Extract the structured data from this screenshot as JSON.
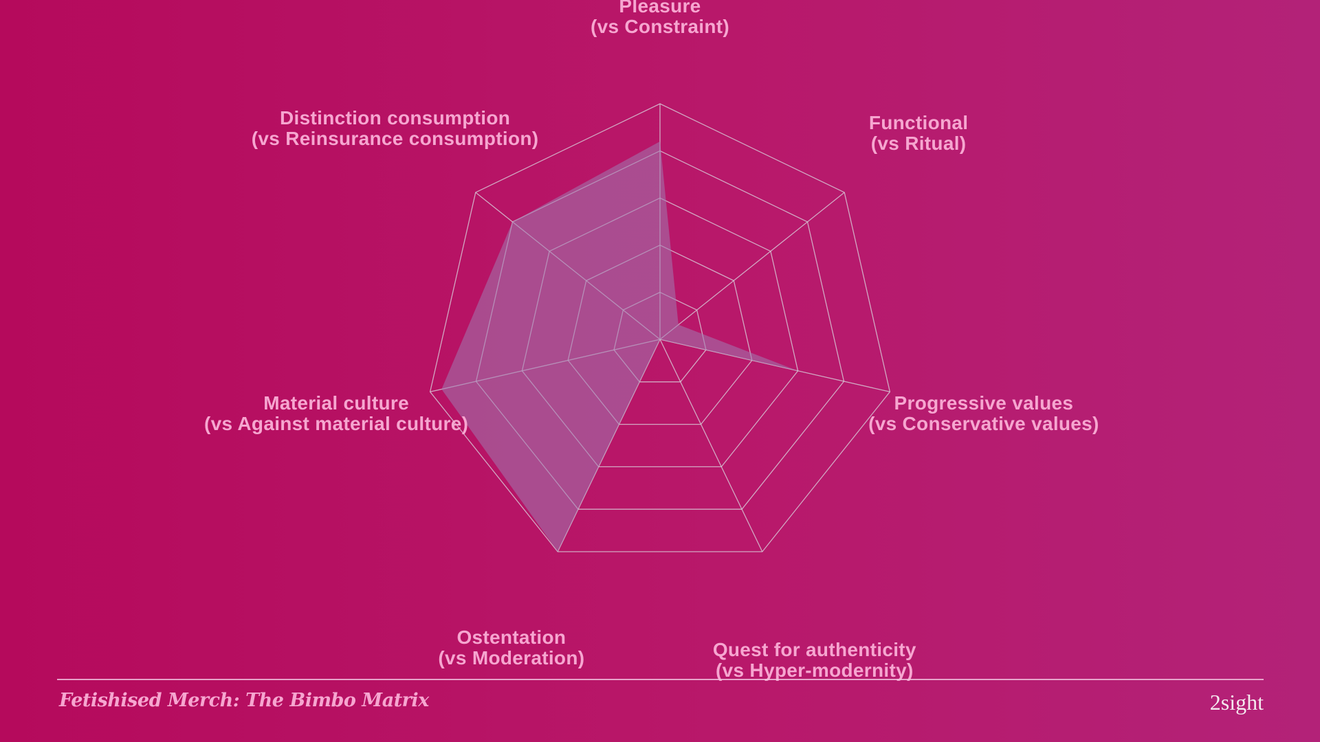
{
  "chart_data": {
    "type": "radar",
    "axes": [
      {
        "line1": "Pleasure",
        "line2": "(vs Constraint)"
      },
      {
        "line1": "Functional",
        "line2": "(vs Ritual)"
      },
      {
        "line1": "Progressive values",
        "line2": "(vs Conservative values)"
      },
      {
        "line1": "Quest for authenticity",
        "line2": "(vs Hyper-modernity)"
      },
      {
        "line1": "Ostentation",
        "line2": "(vs Moderation)"
      },
      {
        "line1": "Material culture",
        "line2": "(vs Against material culture)"
      },
      {
        "line1": "Distinction consumption",
        "line2": "(vs Reinsurance consumption)"
      }
    ],
    "values": [
      0.84,
      0.1,
      0.6,
      0.0,
      1.0,
      0.95,
      0.8
    ],
    "range": [
      0,
      1
    ],
    "rings": 5,
    "colors": {
      "fill": "#a07ab0",
      "grid": "#d6c3d2",
      "label": "#f6a6d0"
    }
  },
  "footer": {
    "title": "Fetishised Merch: The Bimbo Matrix",
    "logo": "2sight"
  }
}
